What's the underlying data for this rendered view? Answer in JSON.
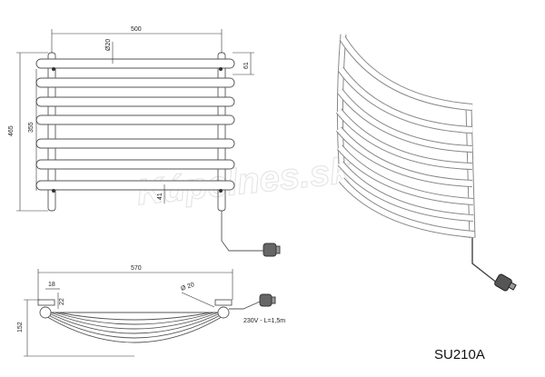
{
  "front_view": {
    "width_label": "500",
    "height_label": "465",
    "inner_height_label": "355",
    "diameter_label": "Ø20",
    "top_offset_label": "61",
    "bottom_offset_label": "41"
  },
  "bottom_view": {
    "width_label": "570",
    "depth_label": "152",
    "pipe_label": "18",
    "gap_label": "22",
    "rail_label": "Ø 20",
    "cable_label": "230V - L=1,5m"
  },
  "watermark": "Kúpelnes.sk",
  "model_name": "SU210A",
  "colors": {
    "line": "#555555",
    "dimension": "#333333",
    "watermark": "#e6e6e6"
  }
}
